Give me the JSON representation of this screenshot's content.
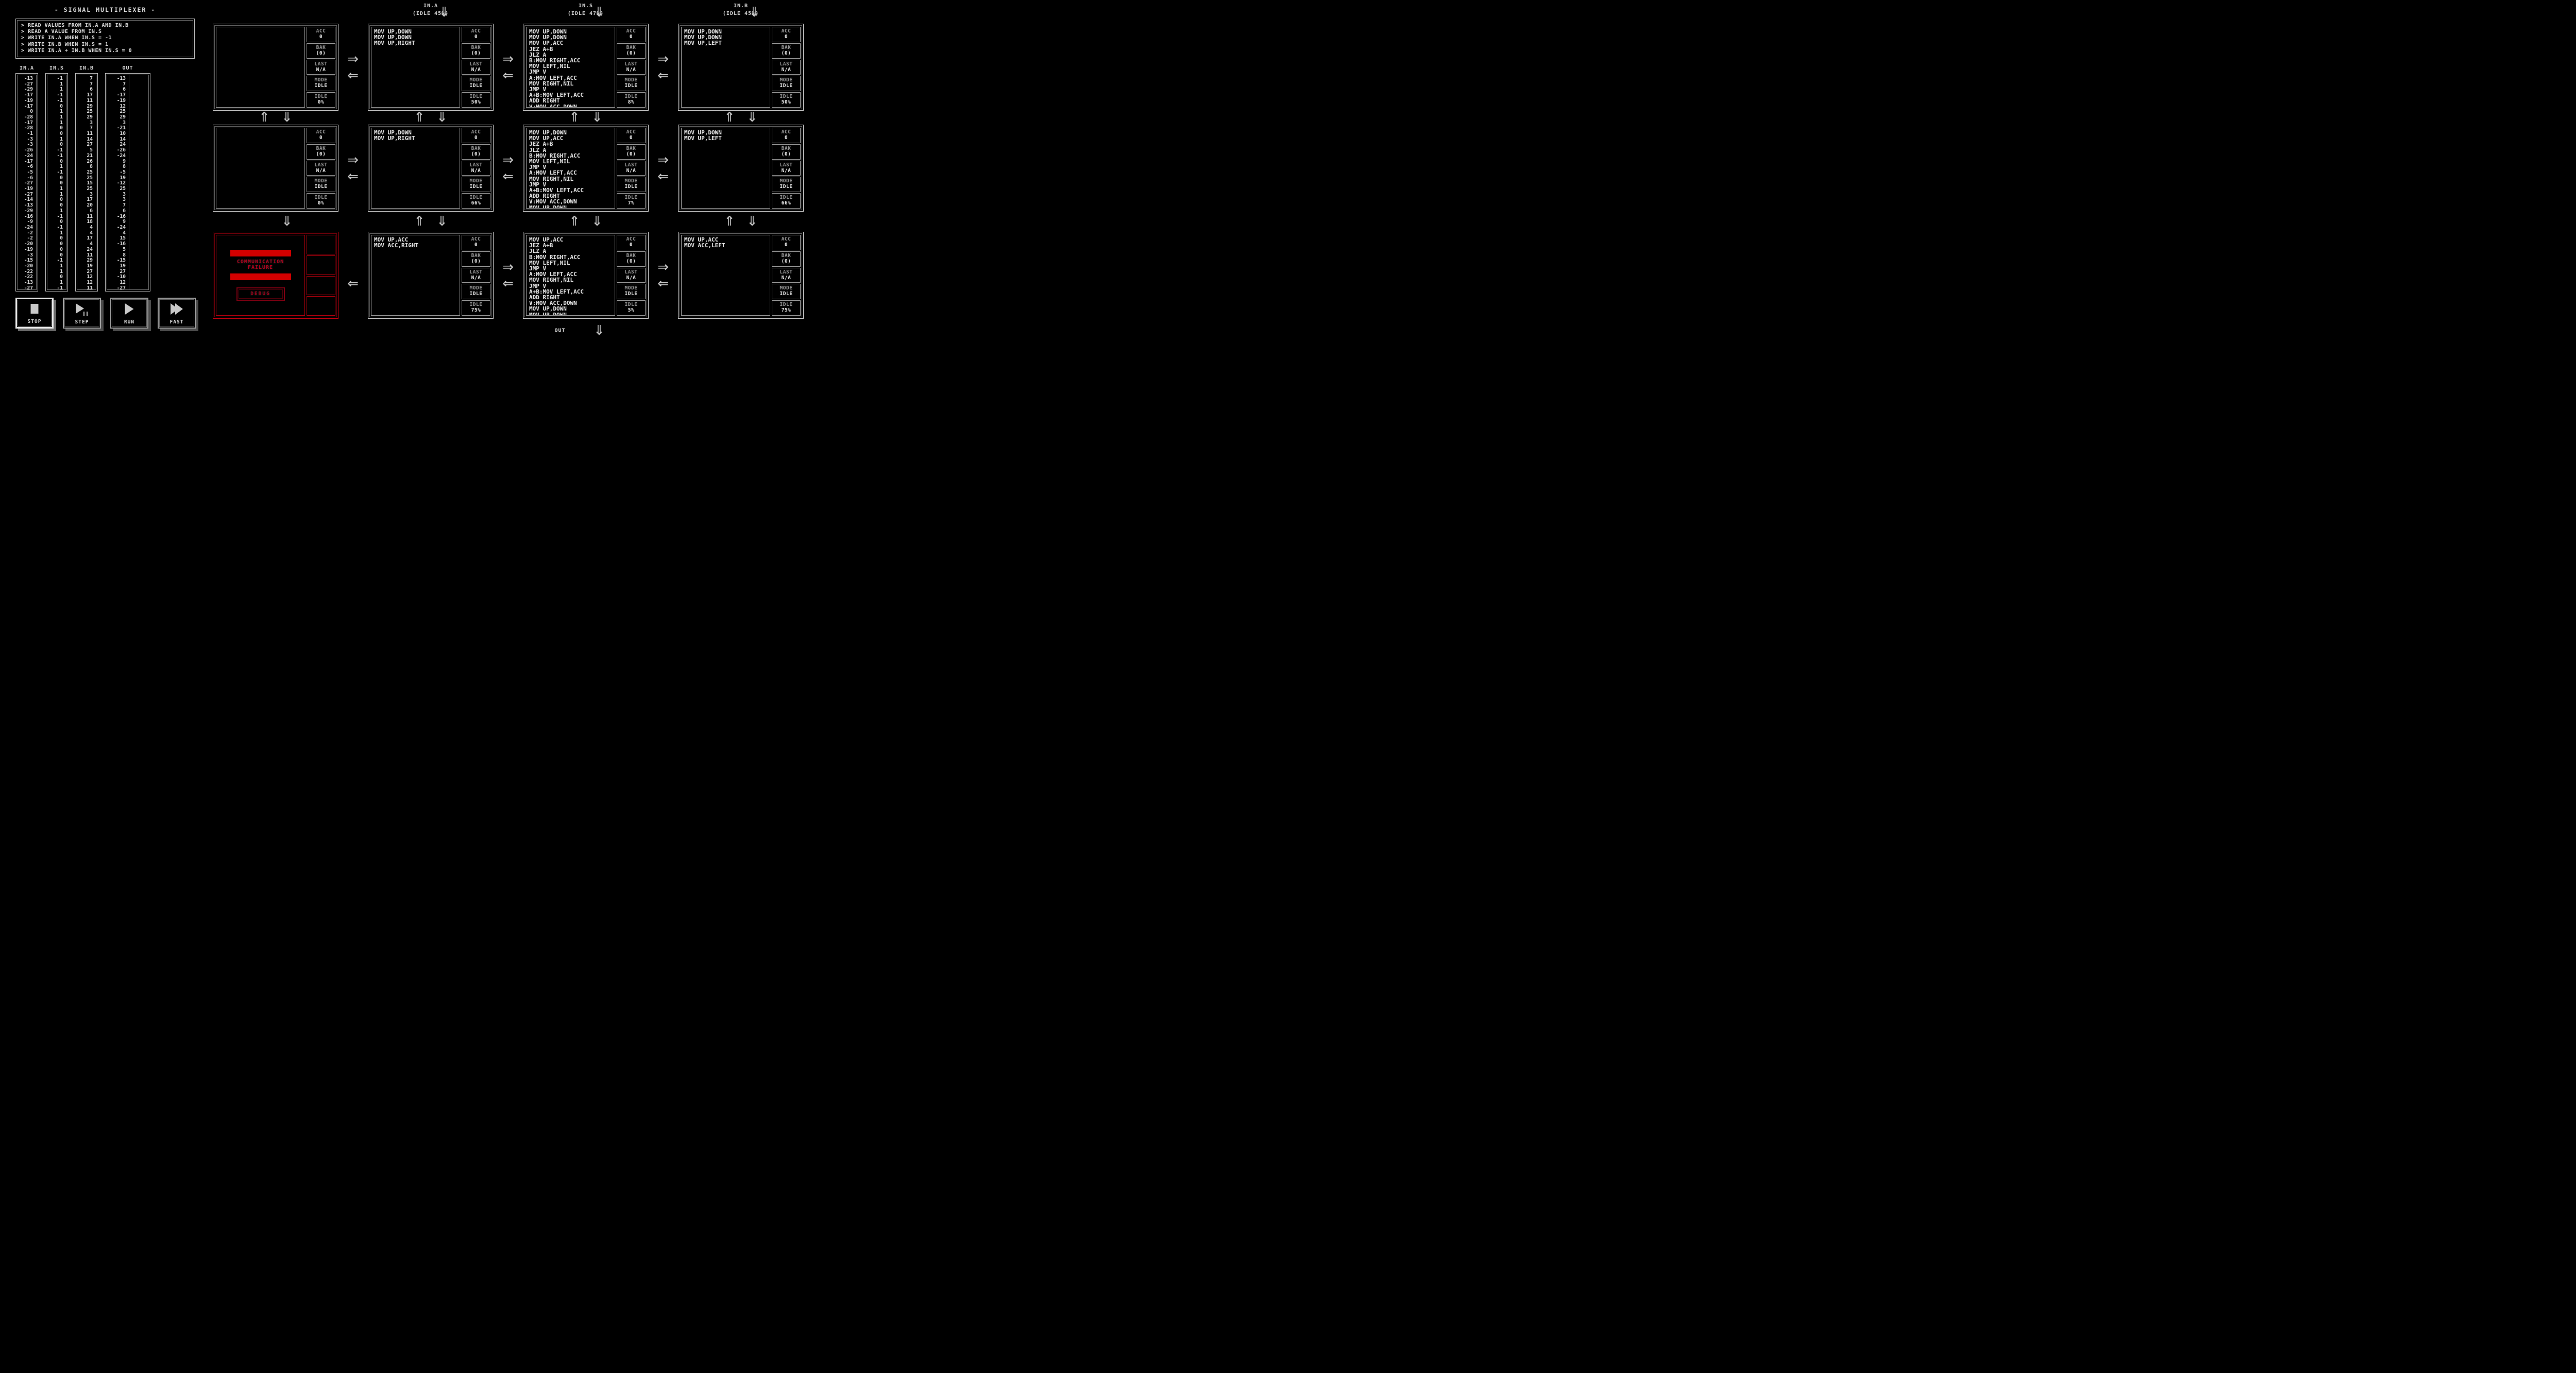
{
  "header": {
    "title": "- SIGNAL MULTIPLEXER -"
  },
  "objective": {
    "lines": [
      "> READ VALUES FROM IN.A AND IN.B",
      "> READ A VALUE FROM IN.S",
      "> WRITE IN.A WHEN IN.S = -1",
      "> WRITE IN.B WHEN IN.S = 1",
      "> WRITE IN.A + IN.B WHEN IN.S = 0"
    ]
  },
  "io": {
    "columns": [
      {
        "name": "IN.A",
        "values": [
          -13,
          -27,
          -29,
          -17,
          -19,
          -17,
          0,
          -28,
          -17,
          -28,
          -1,
          -3,
          -3,
          -26,
          -24,
          -17,
          -6,
          -5,
          -6,
          -27,
          -19,
          -27,
          -14,
          -13,
          -29,
          -16,
          -9,
          -24,
          -2,
          -2,
          -20,
          -19,
          -3,
          -15,
          -20,
          -22,
          -22,
          -13,
          -27
        ]
      },
      {
        "name": "IN.S",
        "values": [
          -1,
          1,
          1,
          -1,
          -1,
          0,
          1,
          1,
          1,
          0,
          0,
          1,
          0,
          -1,
          -1,
          0,
          1,
          -1,
          0,
          0,
          1,
          1,
          0,
          0,
          1,
          -1,
          0,
          -1,
          1,
          0,
          0,
          0,
          0,
          -1,
          1,
          1,
          0,
          1,
          -1
        ]
      },
      {
        "name": "IN.B",
        "values": [
          7,
          7,
          6,
          17,
          11,
          29,
          25,
          29,
          3,
          7,
          11,
          14,
          27,
          5,
          21,
          26,
          8,
          25,
          25,
          15,
          25,
          3,
          17,
          20,
          6,
          11,
          18,
          4,
          4,
          17,
          4,
          24,
          11,
          29,
          19,
          27,
          12,
          12,
          11
        ]
      },
      {
        "name": "OUT",
        "values": [
          -13,
          7,
          6,
          -17,
          -19,
          12,
          25,
          29,
          3,
          -21,
          10,
          14,
          24,
          -26,
          -24,
          9,
          8,
          -5,
          19,
          -12,
          25,
          3,
          3,
          7,
          6,
          -16,
          9,
          -24,
          4,
          15,
          -16,
          5,
          8,
          -15,
          19,
          27,
          -10,
          12,
          -27
        ],
        "actual": []
      }
    ]
  },
  "controls": [
    {
      "id": "stop",
      "label": "STOP",
      "icon": "stop-icon",
      "active": true
    },
    {
      "id": "step",
      "label": "STEP",
      "icon": "step-icon",
      "active": false
    },
    {
      "id": "run",
      "label": "RUN",
      "icon": "run-icon",
      "active": false
    },
    {
      "id": "fast",
      "label": "FAST",
      "icon": "fast-icon",
      "active": false
    }
  ],
  "stream_labels": {
    "top": [
      {
        "name": "IN.A",
        "idle": "(IDLE 45%)"
      },
      {
        "name": "IN.S",
        "idle": "(IDLE 47%)"
      },
      {
        "name": "IN.B",
        "idle": "(IDLE 45%)"
      }
    ],
    "bottom": {
      "name": "OUT"
    }
  },
  "stats": {
    "acc": "ACC",
    "bak": "BAK",
    "last": "LAST",
    "mode": "MODE",
    "idle": "IDLE"
  },
  "nodes": [
    {
      "row": 0,
      "col": 0,
      "type": "cpu",
      "code": [],
      "acc": "0",
      "bak": "(0)",
      "last": "N/A",
      "mode": "IDLE",
      "idle": "0%"
    },
    {
      "row": 0,
      "col": 1,
      "type": "cpu",
      "code": [
        "MOV UP,DOWN",
        "MOV UP,DOWN",
        "MOV UP,RIGHT"
      ],
      "acc": "0",
      "bak": "(0)",
      "last": "N/A",
      "mode": "IDLE",
      "idle": "50%"
    },
    {
      "row": 0,
      "col": 2,
      "type": "cpu",
      "code": [
        "MOV UP,DOWN",
        "MOV UP,DOWN",
        "MOV UP,ACC",
        "JEZ A+B",
        "JLZ A",
        "B:MOV RIGHT,ACC",
        "MOV LEFT,NIL",
        "JMP V",
        "A:MOV LEFT,ACC",
        "MOV RIGHT,NIL",
        "JMP V",
        "A+B:MOV LEFT,ACC",
        "ADD RIGHT",
        "V:MOV ACC,DOWN"
      ],
      "acc": "0",
      "bak": "(0)",
      "last": "N/A",
      "mode": "IDLE",
      "idle": "8%"
    },
    {
      "row": 0,
      "col": 3,
      "type": "cpu",
      "code": [
        "MOV UP,DOWN",
        "MOV UP,DOWN",
        "MOV UP,LEFT"
      ],
      "acc": "0",
      "bak": "(0)",
      "last": "N/A",
      "mode": "IDLE",
      "idle": "50%"
    },
    {
      "row": 1,
      "col": 0,
      "type": "cpu",
      "code": [],
      "acc": "0",
      "bak": "(0)",
      "last": "N/A",
      "mode": "IDLE",
      "idle": "0%"
    },
    {
      "row": 1,
      "col": 1,
      "type": "cpu",
      "code": [
        "MOV UP,DOWN",
        "MOV UP,RIGHT"
      ],
      "acc": "0",
      "bak": "(0)",
      "last": "N/A",
      "mode": "IDLE",
      "idle": "66%"
    },
    {
      "row": 1,
      "col": 2,
      "type": "cpu",
      "code": [
        "MOV UP,DOWN",
        "MOV UP,ACC",
        "JEZ A+B",
        "JLZ A",
        "B:MOV RIGHT,ACC",
        "MOV LEFT,NIL",
        "JMP V",
        "A:MOV LEFT,ACC",
        "MOV RIGHT,NIL",
        "JMP V",
        "A+B:MOV LEFT,ACC",
        "ADD RIGHT",
        "V:MOV ACC,DOWN",
        "MOV UP,DOWN"
      ],
      "acc": "0",
      "bak": "(0)",
      "last": "N/A",
      "mode": "IDLE",
      "idle": "7%"
    },
    {
      "row": 1,
      "col": 3,
      "type": "cpu",
      "code": [
        "MOV UP,DOWN",
        "MOV UP,LEFT"
      ],
      "acc": "0",
      "bak": "(0)",
      "last": "N/A",
      "mode": "IDLE",
      "idle": "66%"
    },
    {
      "row": 2,
      "col": 0,
      "type": "failure",
      "failure": {
        "line1": "COMMUNICATION",
        "line2": "FAILURE",
        "button_label": "DEBUG"
      }
    },
    {
      "row": 2,
      "col": 1,
      "type": "cpu",
      "code": [
        "MOV UP,ACC",
        "MOV ACC,RIGHT"
      ],
      "acc": "0",
      "bak": "(0)",
      "last": "N/A",
      "mode": "IDLE",
      "idle": "75%"
    },
    {
      "row": 2,
      "col": 2,
      "type": "cpu",
      "code": [
        "MOV UP,ACC",
        "JEZ A+B",
        "JLZ A",
        "B:MOV RIGHT,ACC",
        "MOV LEFT,NIL",
        "JMP V",
        "A:MOV LEFT,ACC",
        "MOV RIGHT,NIL",
        "JMP V",
        "A+B:MOV LEFT,ACC",
        "ADD RIGHT",
        "V:MOV ACC,DOWN",
        "MOV UP,DOWN",
        "MOV UP,DOWN"
      ],
      "acc": "0",
      "bak": "(0)",
      "last": "N/A",
      "mode": "IDLE",
      "idle": "5%"
    },
    {
      "row": 2,
      "col": 3,
      "type": "cpu",
      "code": [
        "MOV UP,ACC",
        "MOV ACC,LEFT"
      ],
      "acc": "0",
      "bak": "(0)",
      "last": "N/A",
      "mode": "IDLE",
      "idle": "75%"
    }
  ],
  "port_arrows": {
    "input_arrows": [
      "down",
      "down",
      "down"
    ],
    "output_arrow": "down",
    "row_gaps": [
      {
        "between": "row1-row2",
        "columns": [
          [
            "up",
            "down"
          ],
          [
            "up",
            "down"
          ],
          [
            "up",
            "down"
          ],
          [
            "up",
            "down"
          ]
        ]
      },
      {
        "between": "row2-row3",
        "columns": [
          [
            "down"
          ],
          [
            "up",
            "down"
          ],
          [
            "up",
            "down"
          ],
          [
            "up",
            "down"
          ]
        ]
      }
    ],
    "col_gaps": [
      {
        "row": 1,
        "pairs": [
          [
            "right",
            "left"
          ],
          [
            "right",
            "left"
          ],
          [
            "right",
            "left"
          ]
        ]
      },
      {
        "row": 2,
        "pairs": [
          [
            "right",
            "left"
          ],
          [
            "right",
            "left"
          ],
          [
            "right",
            "left"
          ]
        ]
      },
      {
        "row": 3,
        "pairs": [
          [
            "left"
          ],
          [
            "right",
            "left"
          ],
          [
            "right",
            "left"
          ]
        ]
      }
    ]
  },
  "colors": {
    "background": "#000000",
    "foreground": "#d6d6d6",
    "dim": "#8d8d8d",
    "failure_border_red": "#c80010",
    "failure_bar_red": "#d20000",
    "failure_text_red": "#b2001c"
  }
}
